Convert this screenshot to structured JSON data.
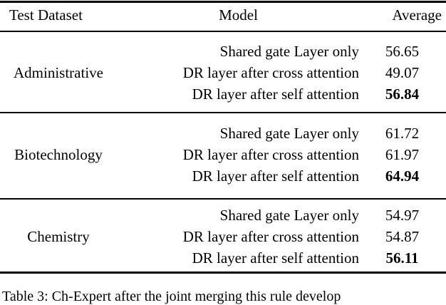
{
  "table": {
    "columns": [
      "Test Dataset",
      "Model",
      "Average"
    ],
    "groups": [
      {
        "dataset": "Administrative",
        "rows": [
          {
            "model": "Shared gate Layer only",
            "average": "56.65",
            "best": false
          },
          {
            "model": "DR layer after cross attention",
            "average": "49.07",
            "best": false
          },
          {
            "model": "DR layer after self attention",
            "average": "56.84",
            "best": true
          }
        ]
      },
      {
        "dataset": "Biotechnology",
        "rows": [
          {
            "model": "Shared gate Layer only",
            "average": "61.72",
            "best": false
          },
          {
            "model": "DR layer after cross attention",
            "average": "61.97",
            "best": false
          },
          {
            "model": "DR layer after self attention",
            "average": "64.94",
            "best": true
          }
        ]
      },
      {
        "dataset": "Chemistry",
        "rows": [
          {
            "model": "Shared gate Layer only",
            "average": "54.97",
            "best": false
          },
          {
            "model": "DR layer after cross attention",
            "average": "54.87",
            "best": false
          },
          {
            "model": "DR layer after self attention",
            "average": "56.11",
            "best": true
          }
        ]
      }
    ]
  },
  "caption": {
    "text": "Table 3: Ch-Expert after the joint merging this rule develop"
  },
  "colors": {
    "text": "#000000",
    "rule": "#000000",
    "background": "#ffffff"
  }
}
